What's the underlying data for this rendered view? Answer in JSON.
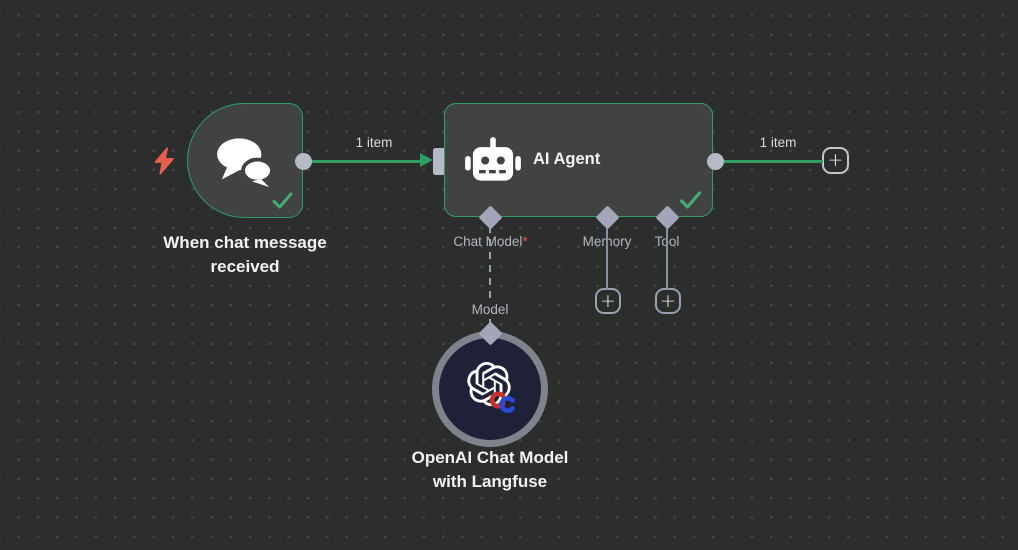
{
  "workflow": {
    "trigger": {
      "label": "When chat message received"
    },
    "agent": {
      "title": "AI Agent",
      "ports": [
        {
          "label": "Chat Model",
          "required_mark": "*"
        },
        {
          "label": "Memory",
          "required_mark": ""
        },
        {
          "label": "Tool",
          "required_mark": ""
        }
      ]
    },
    "model_node": {
      "label": "OpenAI Chat Model with Langfuse",
      "port_label": "Model"
    },
    "connections": {
      "trigger_to_agent_label": "1 item",
      "agent_output_label": "1 item"
    },
    "plus_button_label": "+"
  },
  "icons": {
    "trigger_kind": "lightning-bolt",
    "trigger_node": "chat-bubbles",
    "agent_node": "robot",
    "model_node": "openai-logo",
    "model_badge": "langfuse-badge",
    "node_status": "checkmark",
    "add_node": "plus"
  },
  "colors": {
    "canvas_background": "#2c2e2d",
    "grid_dot": "#515556",
    "node_fill": "#414342",
    "node_border_green": "#2e9e64",
    "connection_green": "#2e9e64",
    "status_check_green": "#45aa70",
    "endpoint_gray": "#b7bac6",
    "port_diamond_gray": "#a3a6b8",
    "port_label_gray": "#b3b6c0",
    "required_asterisk_red": "#e0524a",
    "trigger_bolt_red": "#e4604e",
    "model_circle_fill": "#1f2138",
    "model_circle_ring": "#80828c",
    "badge_red": "#c8302e",
    "badge_blue": "#2a4ad0"
  }
}
